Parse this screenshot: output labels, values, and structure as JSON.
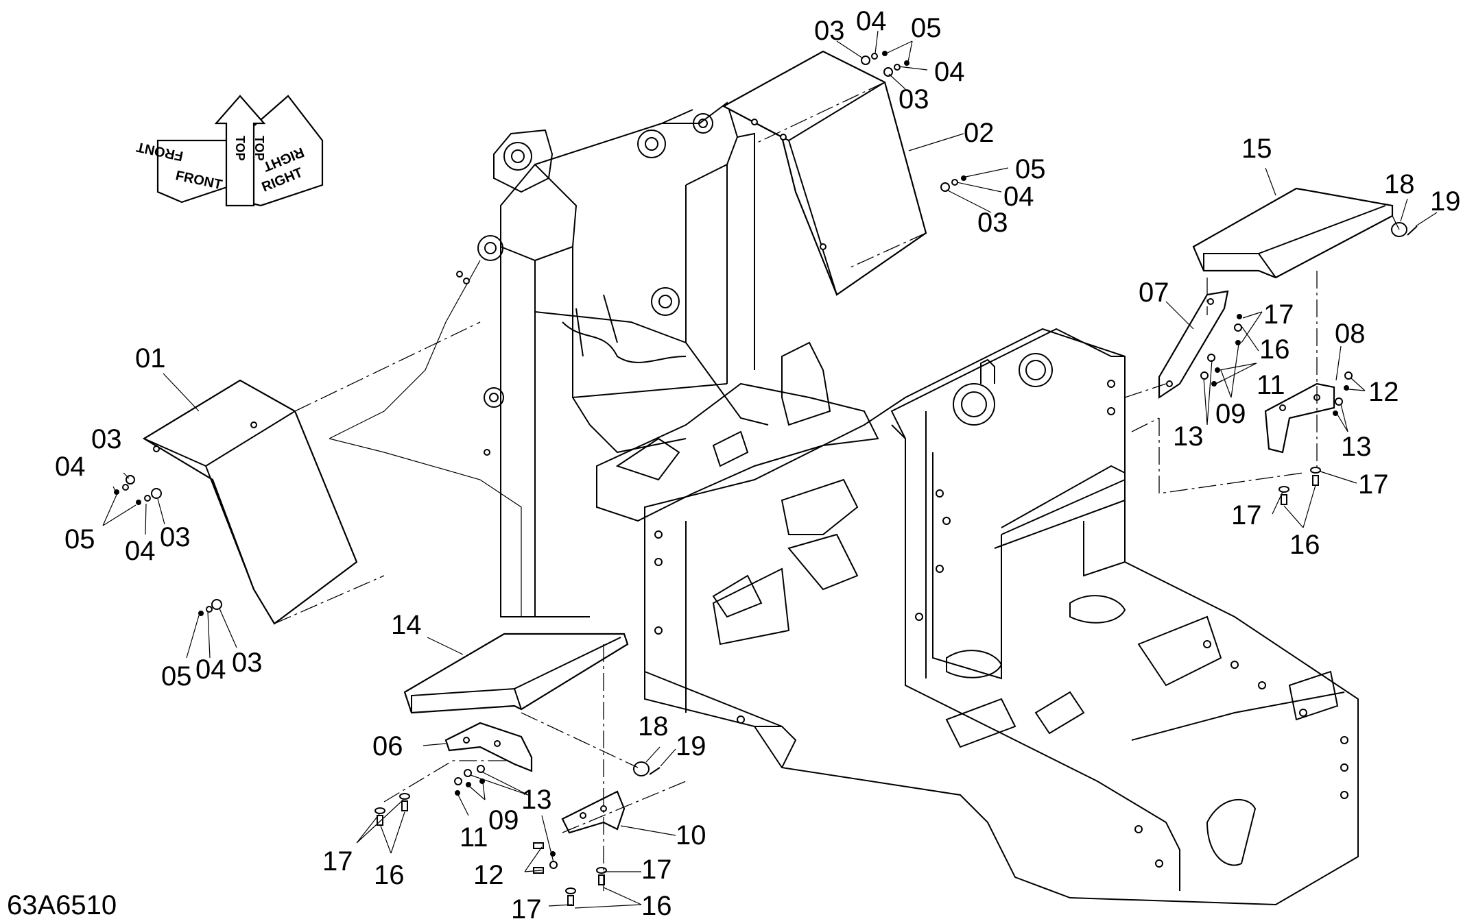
{
  "drawing_number": "63A6510",
  "orientation_labels": {
    "front": "FRONT",
    "top": "TOP",
    "right": "RIGHT"
  },
  "part_labels": {
    "p01": "01",
    "p02": "02",
    "p03": "03",
    "p04": "04",
    "p05": "05",
    "p06": "06",
    "p07": "07",
    "p08": "08",
    "p09": "09",
    "p10": "10",
    "p11": "11",
    "p12": "12",
    "p13": "13",
    "p14": "14",
    "p15": "15",
    "p16": "16",
    "p17": "17",
    "p18": "18",
    "p19": "19"
  },
  "colors": {
    "ink": "#000000",
    "paper": "#ffffff"
  }
}
